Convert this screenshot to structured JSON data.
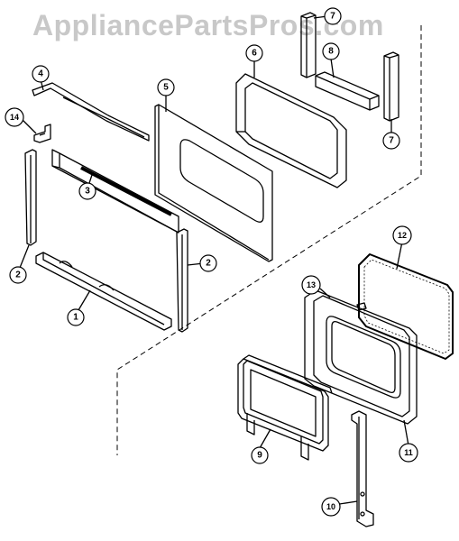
{
  "watermark": "AppliancePartsPros.com",
  "callouts": [
    {
      "label": "1"
    },
    {
      "label": "2"
    },
    {
      "label": "2"
    },
    {
      "label": "3"
    },
    {
      "label": "4"
    },
    {
      "label": "5"
    },
    {
      "label": "6"
    },
    {
      "label": "7"
    },
    {
      "label": "7"
    },
    {
      "label": "8"
    },
    {
      "label": "9"
    },
    {
      "label": "10"
    },
    {
      "label": "11"
    },
    {
      "label": "12"
    },
    {
      "label": "13"
    },
    {
      "label": "14"
    }
  ]
}
